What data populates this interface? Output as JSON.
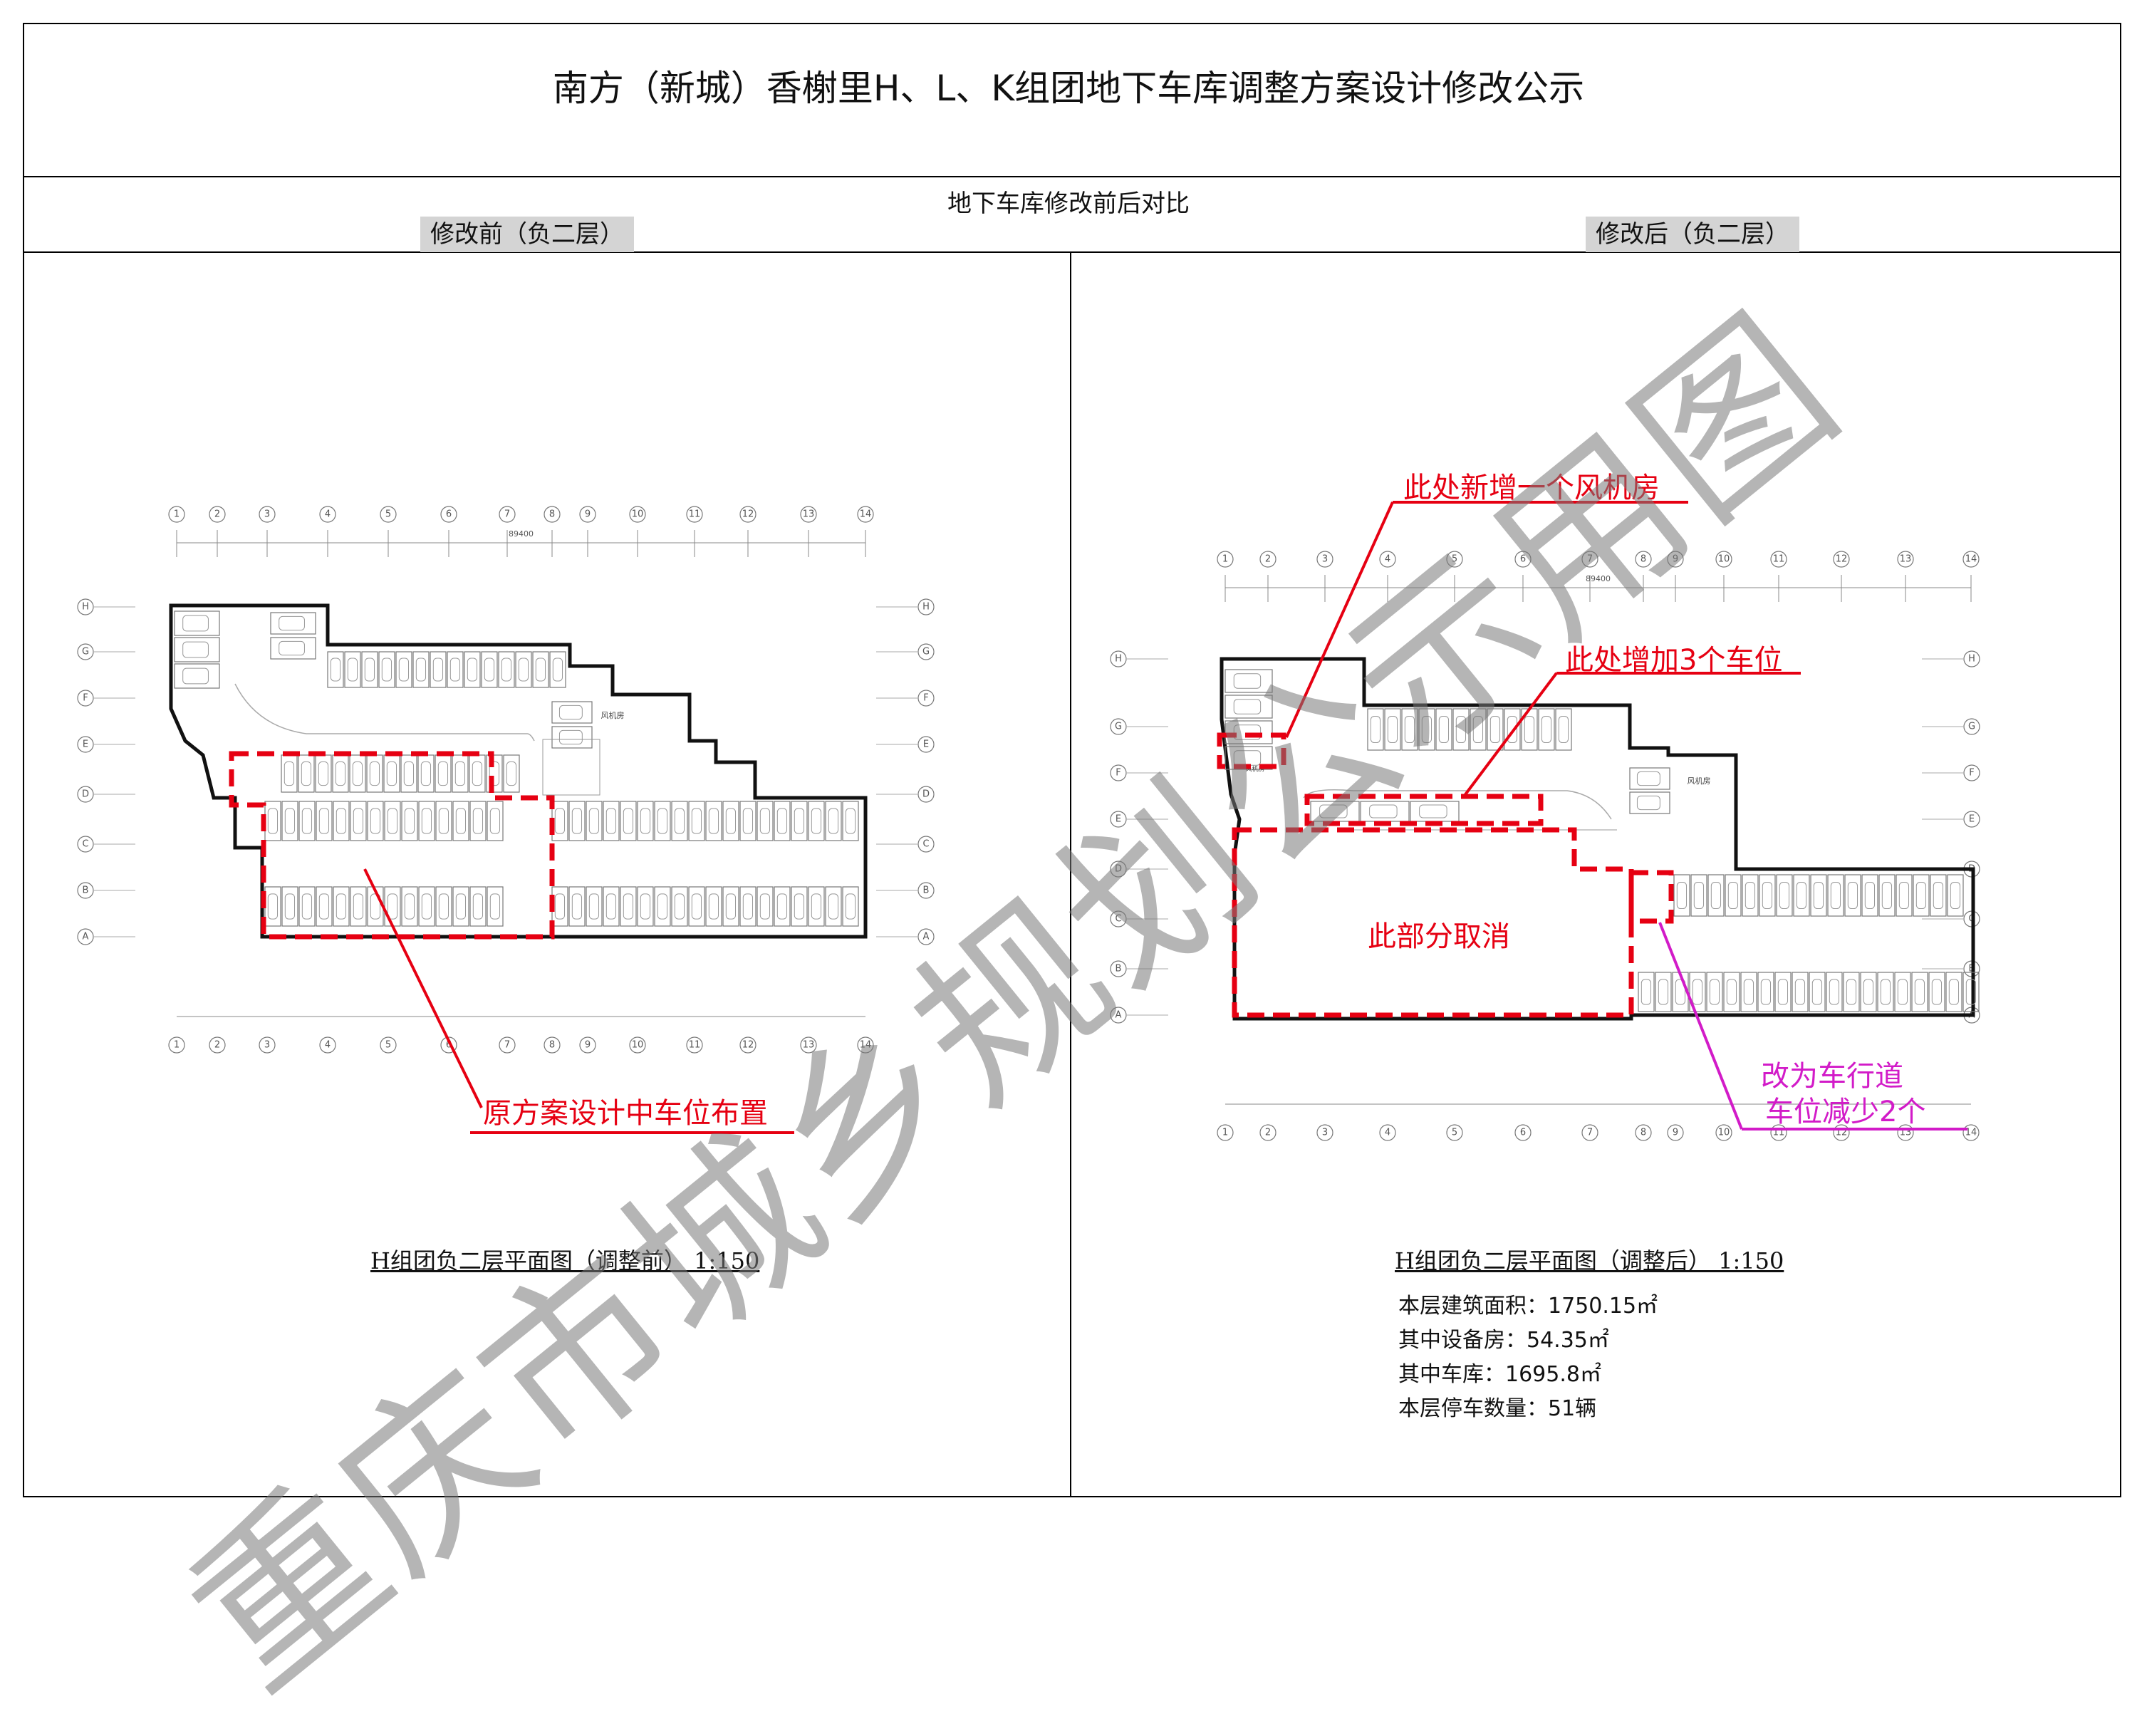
{
  "header": {
    "title": "南方（新城）香榭里H、L、K组团地下车库调整方案设计修改公示",
    "subtitle": "地下车库修改前后对比"
  },
  "panels": {
    "before_label": "修改前（负二层）",
    "after_label": "修改后（负二层）"
  },
  "plans": {
    "before_title": "H组团负二层平面图（调整前） 1:150",
    "after_title": "H组团负二层平面图（调整后） 1:150",
    "column_axes": [
      "1",
      "2",
      "3",
      "4",
      "5",
      "6",
      "7",
      "8",
      "9",
      "10",
      "11",
      "12",
      "13",
      "14"
    ],
    "row_axes": [
      "A",
      "B",
      "C",
      "D",
      "E",
      "F",
      "G",
      "H"
    ],
    "total_dim": "89400",
    "fan_room_label": "风机房"
  },
  "annotations": {
    "before_note": "原方案设计中车位布置",
    "new_fan_room": "此处新增一个风机房",
    "add_spaces": "此处增加3个车位",
    "cancel_area": "此部分取消",
    "lane_line1": "改为车行道",
    "lane_line2": "车位减少2个"
  },
  "stats": {
    "area": "本层建筑面积：1750.15㎡",
    "equipment": "其中设备房：54.35㎡",
    "garage": "其中车库：1695.8㎡",
    "parking": "本层停车数量：51辆"
  },
  "watermark": "重庆市城乡规划公示用图",
  "colors": {
    "annotation_red": "#e60012",
    "annotation_magenta": "#d21bc8",
    "label_bg": "#d4d4d4"
  }
}
